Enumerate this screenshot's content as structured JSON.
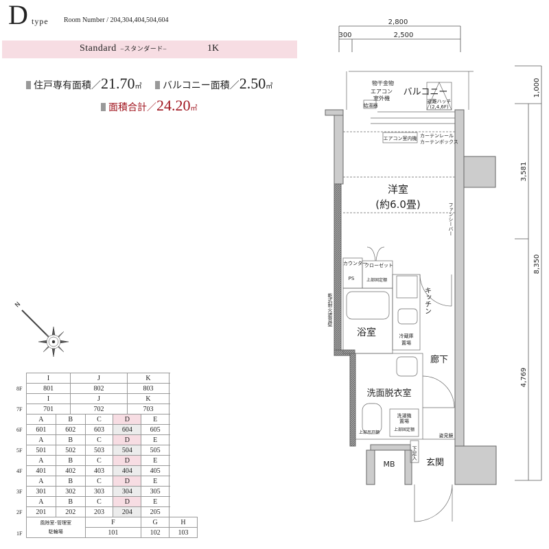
{
  "header": {
    "letter": "D",
    "type": "type",
    "room_number": "Room Number / 204,304,404,504,604"
  },
  "band": {
    "plan": "Standard",
    "plan_kana": "–スタンダード–",
    "layout": "1K"
  },
  "areas": {
    "private_label": "住戸専有面積／",
    "private_value": "21.70",
    "unit": "㎡",
    "balcony_label": "バルコニー面積／",
    "balcony_value": "2.50",
    "total_label": "面積合計／",
    "total_value": "24.20"
  },
  "compass": {
    "north": "N"
  },
  "colors": {
    "accent_pink": "#f7dde3",
    "accent_red": "#a0141e",
    "marker_grey": "#999999"
  },
  "table": {
    "upper": [
      {
        "floor": "8F",
        "letters": [
          "I",
          "J",
          "K"
        ],
        "rooms": [
          "801",
          "802",
          "803"
        ]
      },
      {
        "floor": "7F",
        "letters": [
          "I",
          "J",
          "K"
        ],
        "rooms": [
          "701",
          "702",
          "703"
        ]
      }
    ],
    "mid": [
      {
        "floor": "6F",
        "letters": [
          "A",
          "B",
          "C",
          "D",
          "E"
        ],
        "rooms": [
          "601",
          "602",
          "603",
          "604",
          "605"
        ]
      },
      {
        "floor": "5F",
        "letters": [
          "A",
          "B",
          "C",
          "D",
          "E"
        ],
        "rooms": [
          "501",
          "502",
          "503",
          "504",
          "505"
        ]
      },
      {
        "floor": "4F",
        "letters": [
          "A",
          "B",
          "C",
          "D",
          "E"
        ],
        "rooms": [
          "401",
          "402",
          "403",
          "404",
          "405"
        ]
      },
      {
        "floor": "3F",
        "letters": [
          "A",
          "B",
          "C",
          "D",
          "E"
        ],
        "rooms": [
          "301",
          "302",
          "303",
          "304",
          "305"
        ]
      },
      {
        "floor": "2F",
        "letters": [
          "A",
          "B",
          "C",
          "D",
          "E"
        ],
        "rooms": [
          "201",
          "202",
          "203",
          "204",
          "205"
        ]
      }
    ],
    "ground": {
      "floor": "1F",
      "facility": "風除室･管理室\n駐輪場",
      "letters": [
        "F",
        "G",
        "H"
      ],
      "rooms": [
        "101",
        "102",
        "103"
      ]
    }
  },
  "plan": {
    "dims": {
      "total_width": "2,800",
      "w1": "300",
      "w2": "2,500",
      "d1": "1,000",
      "d2": "3,581",
      "d3": "8,350",
      "d4": "4,769"
    },
    "labels": {
      "balcony": "バルコニー",
      "hanger": "物干金物",
      "ac_outdoor_1": "エアコン",
      "ac_outdoor_2": "室外機",
      "water_heater": "給湯器",
      "hatch_1": "避難ハッチ",
      "hatch_2": "(2,4,6F)",
      "ac_indoor": "エアコン室内機",
      "curtain_rail": "カーテンレール",
      "curtain_box": "カーテンボックス",
      "western_room": "洋室",
      "western_size": "(約6.0畳)",
      "fancy_bar": "ファンシーバー",
      "counter": "カウンター",
      "closet": "クローゼット",
      "ps": "PS",
      "upper_shelf": "上部固定棚",
      "kitchen": "キッチン",
      "bath": "浴室",
      "fridge_1": "冷蔵庫",
      "fridge_2": "置場",
      "hallway": "廊下",
      "washroom": "洗面脱衣室",
      "washer_1": "洗濯機",
      "washer_2": "置場",
      "upper_shelf_2": "上部固定棚",
      "upper_cabinet": "上部吊戸棚",
      "mirror": "姿見鏡",
      "shoe_box": "下足入",
      "entrance": "玄関",
      "mb": "MB",
      "wall_note": "乾式耐火遮音壁"
    }
  }
}
